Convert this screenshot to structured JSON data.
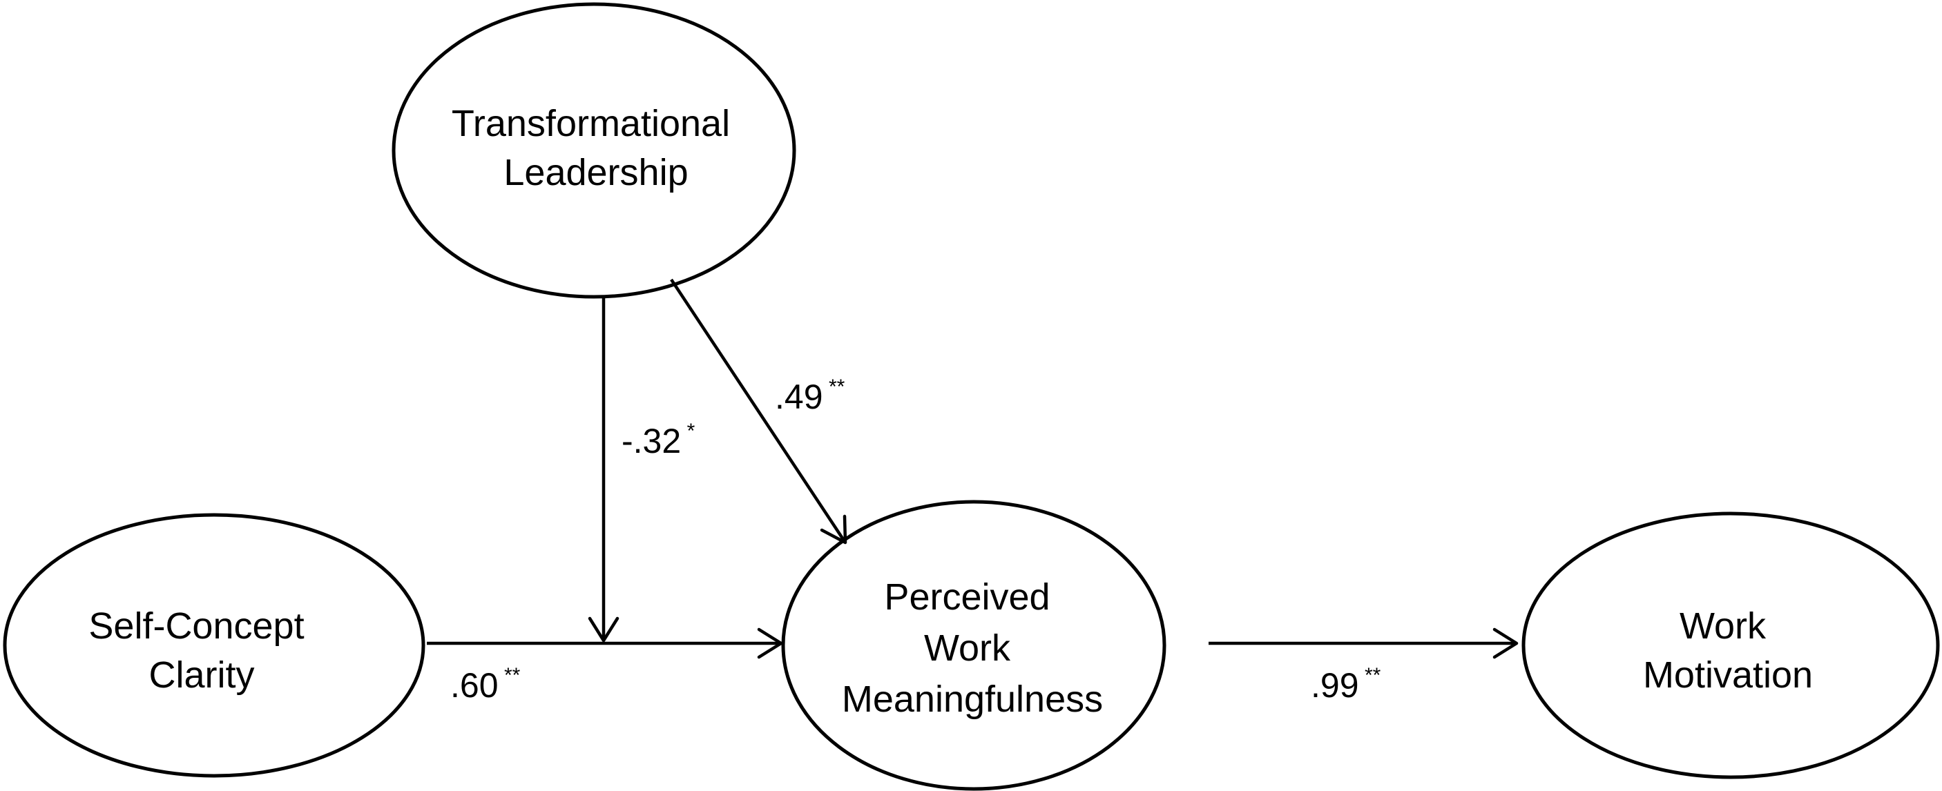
{
  "nodes": [
    {
      "id": "transformational-leadership",
      "lines": [
        "Transformational",
        "Leadership"
      ]
    },
    {
      "id": "self-concept-clarity",
      "lines": [
        "Self-Concept",
        "Clarity"
      ]
    },
    {
      "id": "perceived-work-meaningfulness",
      "lines": [
        "Perceived",
        "Work",
        "Meaningfulness"
      ]
    },
    {
      "id": "work-motivation",
      "lines": [
        "Work",
        "Motivation"
      ]
    }
  ],
  "paths": {
    "moderation": {
      "coef": "-.32",
      "sig": "*"
    },
    "leadership_to_meaningfulness": {
      "coef": ".49",
      "sig": "**"
    },
    "clarity_to_meaningfulness": {
      "coef": ".60",
      "sig": "**"
    },
    "meaningfulness_to_motivation": {
      "coef": ".99",
      "sig": "**"
    }
  },
  "colors": {
    "stroke": "#000000",
    "background": "#ffffff"
  }
}
